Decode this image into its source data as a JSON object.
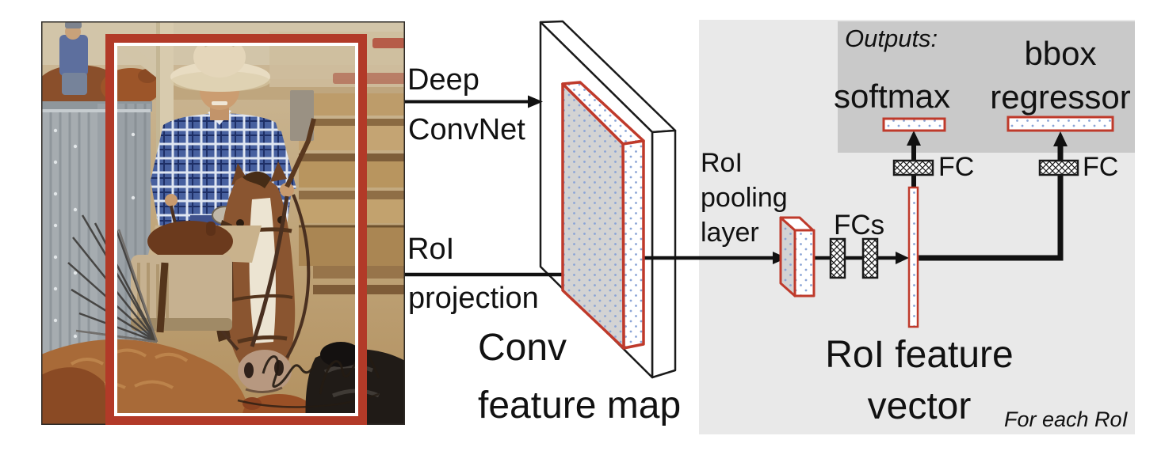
{
  "labels": {
    "deep": "Deep",
    "convnet": "ConvNet",
    "roi": "RoI",
    "projection": "projection",
    "conv": "Conv",
    "feature_map": "feature map",
    "roi_pooling": "RoI\npooling\nlayer",
    "fcs": "FCs",
    "fc_softmax": "FC",
    "fc_bbox": "FC",
    "outputs": "Outputs:",
    "softmax": "softmax",
    "bbox_regressor": "bbox\nregressor",
    "roi_feature_vector": "RoI feature\nvector",
    "for_each_roi": "For each RoI"
  },
  "colors": {
    "accent-red": "#bf3a2b",
    "roi-box-red": "#b23a28",
    "panel-light": "#e9e9e9",
    "panel-dark": "#c9c9c9",
    "ink": "#111111",
    "dot-blue": "#8aa4d6",
    "face-gray": "#d3d3d3"
  }
}
